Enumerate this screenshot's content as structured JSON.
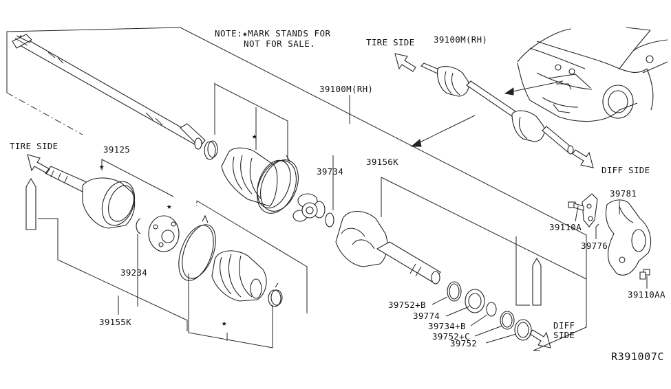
{
  "note": {
    "line1": "NOTE:★MARK STANDS FOR",
    "line2": "NOT FOR SALE."
  },
  "side_labels": {
    "tire_side_left": "TIRE SIDE",
    "tire_side_right": "TIRE SIDE",
    "diff_side_right": "DIFF SIDE",
    "diff_side_bottom_line1": "DIFF",
    "diff_side_bottom_line2": "SIDE"
  },
  "callouts": {
    "p39100M_top": "39100M(RH)",
    "p39100M_mid": "39100M(RH)",
    "p39125": "39125",
    "p39734": "39734",
    "p39156K": "39156K",
    "p39234": "39234",
    "p39155K": "39155K",
    "p39752B": "39752+B",
    "p39774": "39774",
    "p39734B": "39734+B",
    "p39752C": "39752+C",
    "p39752": "39752",
    "p39781": "39781",
    "p39110A": "39110A",
    "p39776": "39776",
    "p39110AA": "39110AA"
  },
  "star_glyph": "★",
  "reference_code": "R391007C"
}
